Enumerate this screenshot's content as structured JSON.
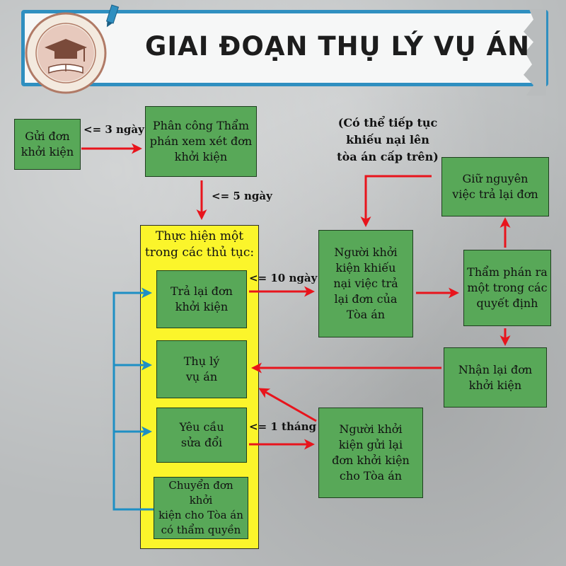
{
  "title": "GIAI ĐOẠN THỤ LÝ VỤ ÁN",
  "colors": {
    "box_green": "#58a858",
    "box_yellow": "#fbf52b",
    "arrow_red": "#e8141c",
    "arrow_blue": "#1e8fc4",
    "banner_border": "#2f8fc0"
  },
  "nodes": {
    "gui_don": "Gửi đơn\nkhởi kiện",
    "phan_cong": "Phân công Thẩm\nphán xem xét đơn\nkhởi kiện",
    "thuc_hien": "Thực hiện một\ntrong các thủ tục:",
    "tra_lai": "Trả lại đơn\nkhởi kiện",
    "thu_ly": "Thụ lý\nvụ án",
    "yeu_cau": "Yêu cầu\nsửa đổi",
    "chuyen_don": "Chuyển đơn khởi\nkiện cho Tòa án\ncó thẩm quyền",
    "khieu_nai": "Người khởi\nkiện khiếu\nnại việc trả\nlại đơn của\nTòa án",
    "gui_lai": "Người khởi\nkiện gửi lại\nđơn khởi kiện\ncho Tòa án",
    "tham_phan_qd": "Thẩm phán ra\nmột trong các\nquyết định",
    "giu_nguyen": "Giữ nguyên\nviệc trả lại đơn",
    "nhan_lai": "Nhận lại đơn\nkhởi kiện"
  },
  "labels": {
    "l3ngay": "<= 3 ngày",
    "l5ngay": "<= 5 ngày",
    "l10ngay": "<= 10 ngày",
    "l1thang": "<= 1 tháng"
  },
  "note": "(Có thể tiếp tục\nkhiếu nại lên\ntòa án cấp trên)"
}
